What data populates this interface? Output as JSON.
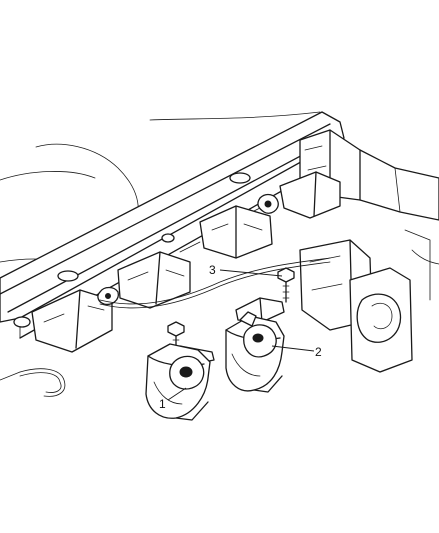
{
  "callouts": [
    {
      "id": "horn-1",
      "label": "1"
    },
    {
      "id": "horn-2",
      "label": "2"
    },
    {
      "id": "bolt-3",
      "label": "3"
    }
  ]
}
